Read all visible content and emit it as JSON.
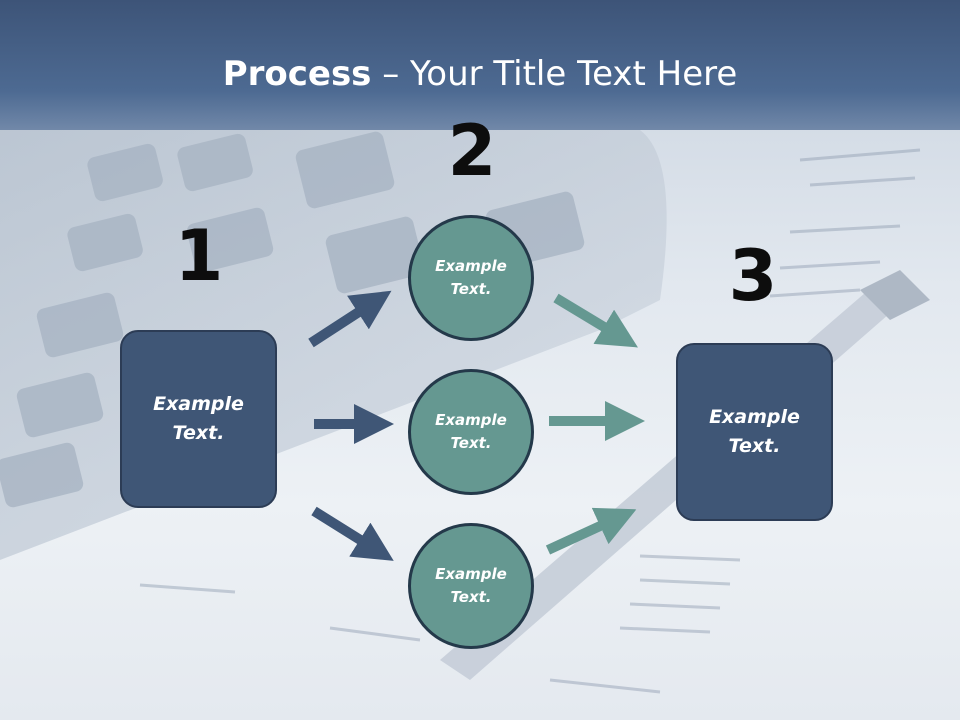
{
  "title": {
    "bold": "Process",
    "rest": " – Your Title Text Here"
  },
  "steps": [
    {
      "number": "1",
      "label": "Example\nText."
    },
    {
      "number": "2",
      "label": "Example\nText."
    },
    {
      "number": "3",
      "label": "Example\nText."
    }
  ],
  "circles": [
    {
      "label": "Example\nText."
    },
    {
      "label": "Example\nText."
    },
    {
      "label": "Example\nText."
    }
  ],
  "colors": {
    "box": "#3f5676",
    "circle": "#659891",
    "arrow_left": "#3f5676",
    "arrow_right": "#659891"
  }
}
